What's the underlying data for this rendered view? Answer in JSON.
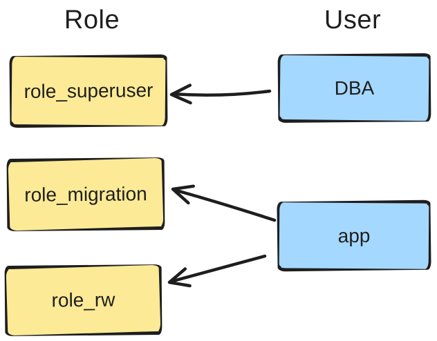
{
  "diagram": {
    "title_columns": {
      "role": "Role",
      "user": "User"
    },
    "role_boxes": [
      {
        "label": "role_superuser"
      },
      {
        "label": "role_migration"
      },
      {
        "label": "role_rw"
      }
    ],
    "user_boxes": [
      {
        "label": "DBA"
      },
      {
        "label": "app"
      }
    ],
    "edges": [
      {
        "from": "DBA",
        "to": "role_superuser"
      },
      {
        "from": "app",
        "to": "role_migration"
      },
      {
        "from": "app",
        "to": "role_rw"
      }
    ],
    "colors": {
      "role_fill": "#fcea96",
      "user_fill": "#a5d8ff",
      "stroke": "#1e1e1e",
      "background": "#ffffff"
    }
  }
}
